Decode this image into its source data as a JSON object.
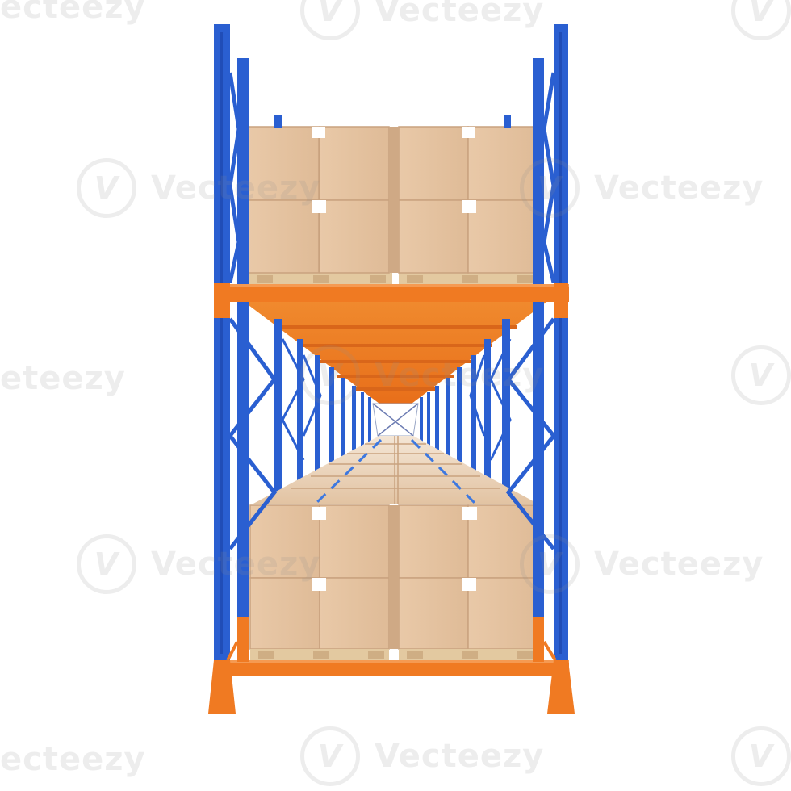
{
  "image": {
    "subject": "warehouse-pallet-rack",
    "colors": {
      "background": "#ffffff",
      "upright_blue": "#2a5fd1",
      "beam_orange": "#f07a22",
      "box_tan": "#e8c7a6",
      "box_shade": "#d9b491",
      "label_white": "#ffffff",
      "pallet_wood": "#e3c9a0"
    }
  },
  "watermark": {
    "text": "Vecteezy",
    "partial_left": "ecteezy",
    "partial_left_top": "eteezy",
    "partial_right": "Vecteezy",
    "logo_glyph": "V"
  }
}
